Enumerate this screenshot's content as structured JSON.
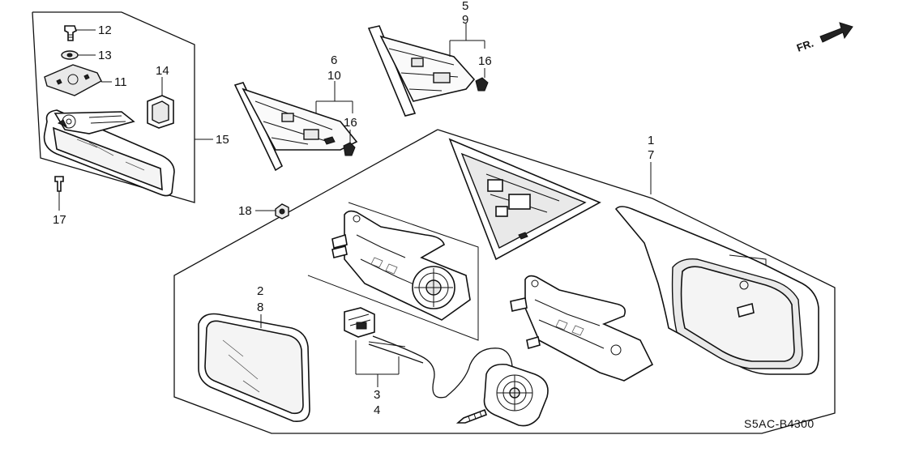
{
  "diagram": {
    "code": "S5AC-B4300",
    "direction_label": "FR.",
    "callouts": {
      "c1": "1",
      "c7": "7",
      "c2": "2",
      "c8": "8",
      "c3": "3",
      "c4": "4",
      "c5": "5",
      "c9": "9",
      "c6": "6",
      "c10": "10",
      "c11": "11",
      "c12": "12",
      "c13": "13",
      "c14": "14",
      "c15": "15",
      "c16a": "16",
      "c16b": "16",
      "c17": "17",
      "c18": "18"
    }
  }
}
